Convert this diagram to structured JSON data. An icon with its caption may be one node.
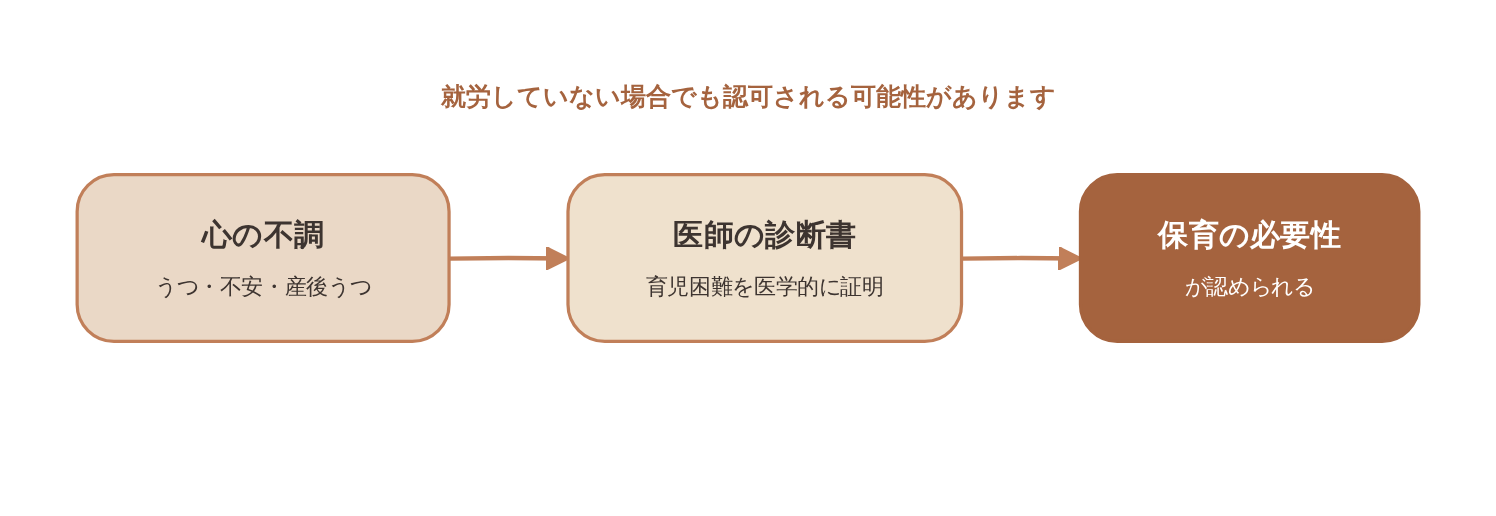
{
  "diagram": {
    "title": "就労していない場合でも認可される可能性があります",
    "nodes": [
      {
        "text": [
          "心の不調",
          "うつ・不安・産後うつ"
        ]
      },
      {
        "text": [
          "医師の診断書",
          "育児困難を医学的に証明"
        ]
      },
      {
        "text": [
          "保育の必要性",
          "が認められる"
        ]
      }
    ],
    "edges": [
      {
        "from": 0,
        "to": 1,
        "arrow": "to"
      },
      {
        "from": 1,
        "to": 2,
        "arrow": "to"
      }
    ]
  }
}
